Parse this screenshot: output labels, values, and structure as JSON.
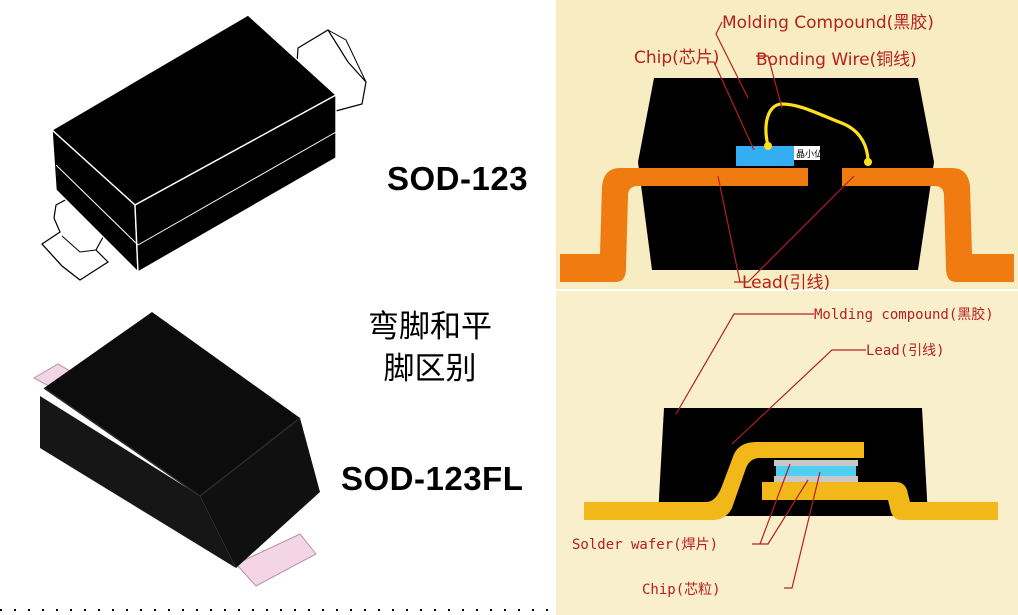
{
  "labels": {
    "sod123": "SOD-123",
    "sod123fl": "SOD-123FL",
    "caption_line1": "弯脚和平",
    "caption_line2": "脚区别"
  },
  "top_diagram": {
    "molding_compound": "Molding Compound(黑胶)",
    "chip": "Chip(芯片)",
    "bonding_wire": "Bonding Wire(铜线)",
    "lead": "Lead(引线)",
    "chip_tag": "晶小仏"
  },
  "bottom_diagram": {
    "molding_compound": "Molding compound(黑胶)",
    "lead": "Lead(引线)",
    "solder_wafer": "Solder wafer(焊片)",
    "chip": "Chip(芯粒)"
  },
  "colors": {
    "panel_bg": "#f8edc2",
    "lead_orange": "#f07b10",
    "lead_yellow": "#f2b81a",
    "chip_blue": "#33aef0",
    "wire_yellow": "#ffe11a",
    "callout_red": "#b52020"
  }
}
